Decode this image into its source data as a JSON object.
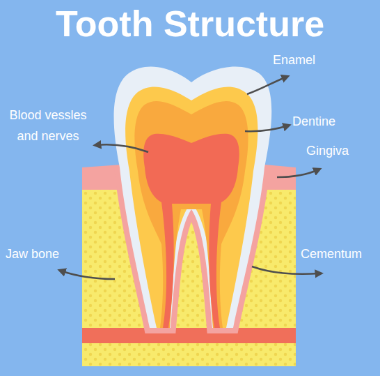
{
  "diagram": {
    "title": "Tooth Structure",
    "labels": [
      "Enamel",
      "Blood vessles and nerves",
      "Dentine",
      "Gingiva",
      "Jaw bone",
      "Cementum"
    ]
  }
}
